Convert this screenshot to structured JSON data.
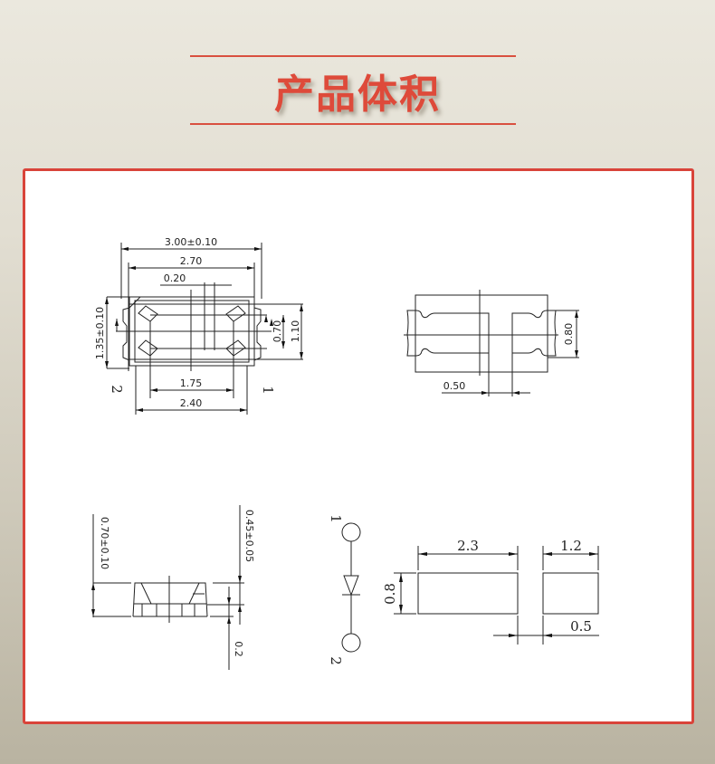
{
  "header": {
    "title": "产品体积",
    "accent_color": "#de4a3a"
  },
  "panel": {
    "border_color": "#d9443a",
    "top_view": {
      "overall_length": "3.00±0.10",
      "body_length": "2.70",
      "center_gap": "0.20",
      "overall_height": "1.35±0.10",
      "lens_height": "0.70",
      "body_height": "1.10",
      "pad_span": "1.75",
      "bottom_length": "2.40",
      "pin_left": "2",
      "pin_right": "1"
    },
    "bottom_view": {
      "pad_width": "0.80",
      "pad_gap": "0.50"
    },
    "side_view": {
      "total_thickness": "0.70±0.10",
      "top_thickness": "0.45±0.05",
      "base_thickness": "0.2"
    },
    "schematic": {
      "pin_top": "1",
      "pin_bottom": "2",
      "symbol": "diode"
    },
    "land_pattern": {
      "pad1_length": "2.3",
      "pad2_length": "1.2",
      "pad_height": "0.8",
      "pad_spacing": "0.5"
    }
  }
}
